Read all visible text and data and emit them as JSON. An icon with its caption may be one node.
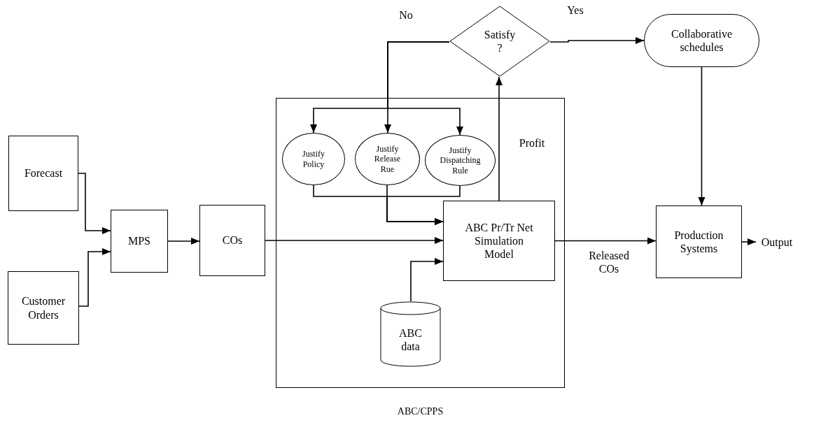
{
  "diagram": {
    "nodes": [
      {
        "text": [
          "Forecast"
        ]
      },
      {
        "text": [
          "Customer Orders"
        ]
      },
      {
        "text": [
          "MPS"
        ]
      },
      {
        "text": [
          "COs"
        ]
      },
      {
        "text": [
          "ABC/CPPS"
        ]
      },
      {
        "text": [
          "Justify Policy"
        ],
        "in": 4
      },
      {
        "text": [
          "Justify Release Rue"
        ],
        "in": 4
      },
      {
        "text": [
          "Justify Dispatching Rule"
        ],
        "in": 4
      },
      {
        "text": [
          "ABC Pr/Tr Net Simulation Model"
        ],
        "in": 4
      },
      {
        "text": [
          "ABC data"
        ],
        "in": 4
      },
      {
        "text": [
          "Satisfy ?"
        ]
      },
      {
        "text": [
          "Collaborative schedules"
        ]
      },
      {
        "text": [
          "Production Systems"
        ]
      },
      {
        "text": [
          "Output"
        ]
      }
    ],
    "edges": [
      {
        "from": 0,
        "to": 2,
        "arrow": "to"
      },
      {
        "from": 1,
        "to": 2,
        "arrow": "to"
      },
      {
        "from": 2,
        "to": 3,
        "arrow": "to"
      },
      {
        "from": 3,
        "to": 8,
        "arrow": "to"
      },
      {
        "from": 10,
        "to": 5,
        "arrow": "to"
      },
      {
        "from": 10,
        "to": 6,
        "arrow": "to",
        "label": "No"
      },
      {
        "from": 10,
        "to": 7,
        "arrow": "to"
      },
      {
        "from": 5,
        "to": 8,
        "arrow": "to"
      },
      {
        "from": 6,
        "to": 8,
        "arrow": "to"
      },
      {
        "from": 7,
        "to": 8,
        "arrow": "to"
      },
      {
        "from": 8,
        "to": 10,
        "arrow": "to",
        "label": "Profit"
      },
      {
        "from": 9,
        "to": 8,
        "arrow": "to"
      },
      {
        "from": 10,
        "to": 11,
        "arrow": "to",
        "label": "Yes"
      },
      {
        "from": 11,
        "to": 12,
        "arrow": "to"
      },
      {
        "from": 8,
        "to": 12,
        "arrow": "to",
        "label": "Released COs"
      },
      {
        "from": 12,
        "to": 13,
        "arrow": "to"
      }
    ]
  }
}
